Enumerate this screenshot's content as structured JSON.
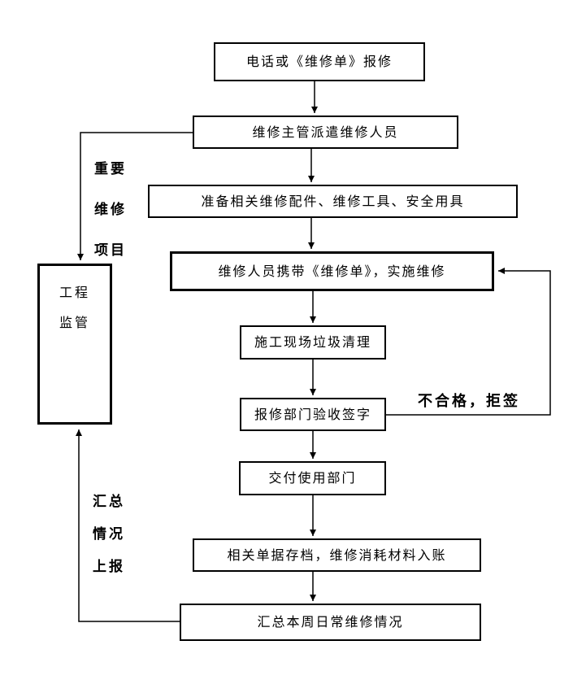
{
  "diagram": {
    "title_hint": "维修工作流程图",
    "colors": {
      "background": "#ffffff",
      "line": "#000000",
      "text": "#000000"
    },
    "nodes": {
      "report": "电话或《维修单》报修",
      "dispatch": "维修主管派遣维修人员",
      "prepare": "准备相关维修配件、维修工具、安全用具",
      "execute": "维修人员携带《维修单》，实施维修",
      "cleanup": "施工现场垃圾清理",
      "acceptance": "报修部门验收签字",
      "deliver": "交付使用部门",
      "archive": "相关单据存档，维修消耗材料入账",
      "summary": "汇总本周日常维修情况",
      "supervision": [
        "工程",
        "监管"
      ]
    },
    "side_labels": {
      "important_project": [
        "重要",
        "维修",
        "项目"
      ],
      "report_up": [
        "汇总",
        "情况",
        "上报"
      ],
      "reject": "不合格，拒签"
    },
    "edges": [
      "report→dispatch",
      "dispatch→prepare",
      "prepare→execute",
      "execute→cleanup",
      "cleanup→acceptance",
      "acceptance→deliver",
      "deliver→archive",
      "archive→summary",
      "dispatch→supervision (重要维修项目)",
      "summary→supervision (汇总情况上报)",
      "acceptance→execute (不合格，拒签)"
    ]
  }
}
